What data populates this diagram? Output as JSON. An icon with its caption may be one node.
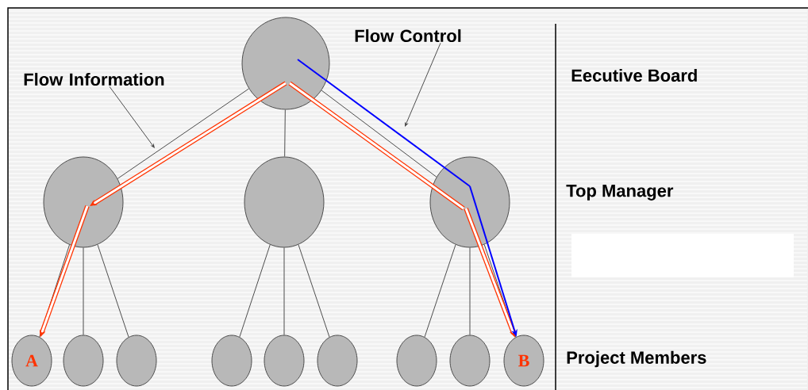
{
  "diagram": {
    "nodes": [
      {
        "text": [],
        "shape": "circle"
      },
      {
        "text": [],
        "shape": "circle"
      },
      {
        "text": [],
        "shape": "circle"
      },
      {
        "text": [],
        "shape": "circle"
      },
      {
        "text": [
          "A"
        ]
      },
      {
        "text": [],
        "shape": "circle"
      },
      {
        "text": [],
        "shape": "circle"
      },
      {
        "text": [],
        "shape": "circle"
      },
      {
        "text": [],
        "shape": "circle"
      },
      {
        "text": [],
        "shape": "circle"
      },
      {
        "text": [],
        "shape": "circle"
      },
      {
        "text": [],
        "shape": "circle"
      },
      {
        "text": [
          "B"
        ]
      },
      {
        "text": [
          "Flow Information"
        ]
      },
      {
        "text": [
          "Flow Control"
        ]
      }
    ],
    "edges": [
      {
        "from": 0,
        "to": 1,
        "arrow": "none"
      },
      {
        "from": 0,
        "to": 2,
        "arrow": "none"
      },
      {
        "from": 0,
        "to": 3,
        "arrow": "none"
      },
      {
        "from": 1,
        "to": 4,
        "arrow": "none"
      },
      {
        "from": 1,
        "to": 5,
        "arrow": "none"
      },
      {
        "from": 1,
        "to": 6,
        "arrow": "none"
      },
      {
        "from": 2,
        "to": 7,
        "arrow": "none"
      },
      {
        "from": 2,
        "to": 8,
        "arrow": "none"
      },
      {
        "from": 2,
        "to": 9,
        "arrow": "none"
      },
      {
        "from": 3,
        "to": 10,
        "arrow": "none"
      },
      {
        "from": 3,
        "to": 11,
        "arrow": "none"
      },
      {
        "from": 3,
        "to": 12,
        "arrow": "none"
      },
      {
        "from": 0,
        "to": 1,
        "arrow": "to",
        "style": "thick",
        "color": "#ff3300"
      },
      {
        "from": 1,
        "to": 4,
        "arrow": "to",
        "style": "thick",
        "color": "#ff3300"
      },
      {
        "from": 0,
        "to": 3,
        "arrow": "none",
        "style": "thick",
        "color": "#ff3300"
      },
      {
        "from": 3,
        "to": 12,
        "arrow": "to",
        "style": "thick",
        "color": "#ff3300"
      },
      {
        "from": 0,
        "to": 3,
        "arrow": "none",
        "color": "#0000ff"
      },
      {
        "from": 3,
        "to": 12,
        "arrow": "to",
        "color": "#0000ff"
      },
      {
        "from": 13,
        "to": null,
        "arrow": "to"
      },
      {
        "from": 14,
        "to": null,
        "arrow": "to"
      }
    ],
    "labels": [
      "Eecutive Board",
      "Top Manager",
      "Project Members"
    ]
  }
}
